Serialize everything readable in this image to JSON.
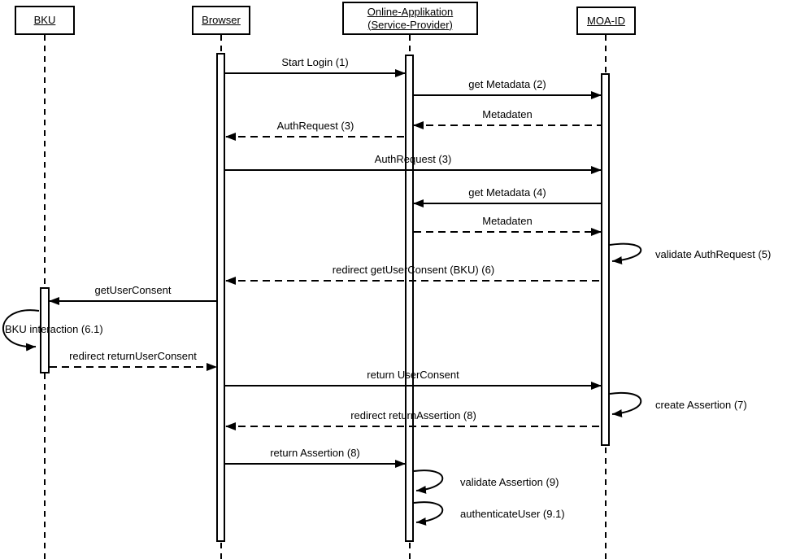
{
  "actors": [
    {
      "id": "bku",
      "label": "BKU"
    },
    {
      "id": "browser",
      "label": "Browser"
    },
    {
      "id": "online-app",
      "label": "Online-Applikation (Service-Provider)"
    },
    {
      "id": "moa-id",
      "label": "MOA-ID"
    }
  ],
  "messages": [
    {
      "label": "Start Login (1)",
      "from": "browser",
      "to": "online-app",
      "line": "solid"
    },
    {
      "label": "get Metadata (2)",
      "from": "online-app",
      "to": "moa-id",
      "line": "solid"
    },
    {
      "label": "Metadaten",
      "from": "moa-id",
      "to": "online-app",
      "line": "dashed"
    },
    {
      "label": "AuthRequest (3)",
      "from": "online-app",
      "to": "browser",
      "line": "dashed"
    },
    {
      "label": "AuthRequest (3)",
      "from": "browser",
      "to": "moa-id",
      "line": "solid"
    },
    {
      "label": "get Metadata (4)",
      "from": "moa-id",
      "to": "online-app",
      "line": "solid"
    },
    {
      "label": "Metadaten",
      "from": "online-app",
      "to": "moa-id",
      "line": "dashed"
    },
    {
      "label": "validate AuthRequest (5)",
      "from": "moa-id",
      "to": "moa-id",
      "line": "self"
    },
    {
      "label": "redirect getUserConsent (BKU) (6)",
      "from": "moa-id",
      "to": "browser",
      "line": "dashed"
    },
    {
      "label": "getUserConsent",
      "from": "browser",
      "to": "bku",
      "line": "solid"
    },
    {
      "label": "BKU interaction (6.1)",
      "from": "bku",
      "to": "bku",
      "line": "self"
    },
    {
      "label": "redirect returnUserConsent",
      "from": "bku",
      "to": "browser",
      "line": "dashed"
    },
    {
      "label": "return UserConsent",
      "from": "browser",
      "to": "moa-id",
      "line": "solid"
    },
    {
      "label": "create Assertion (7)",
      "from": "moa-id",
      "to": "moa-id",
      "line": "self"
    },
    {
      "label": "redirect returnAssertion (8)",
      "from": "moa-id",
      "to": "browser",
      "line": "dashed"
    },
    {
      "label": "return Assertion (8)",
      "from": "browser",
      "to": "online-app",
      "line": "solid"
    },
    {
      "label": "validate Assertion (9)",
      "from": "online-app",
      "to": "online-app",
      "line": "self"
    },
    {
      "label": "authenticateUser (9.1)",
      "from": "online-app",
      "to": "online-app",
      "line": "self"
    }
  ],
  "colors": {
    "line": "#000000",
    "background": "#ffffff"
  }
}
